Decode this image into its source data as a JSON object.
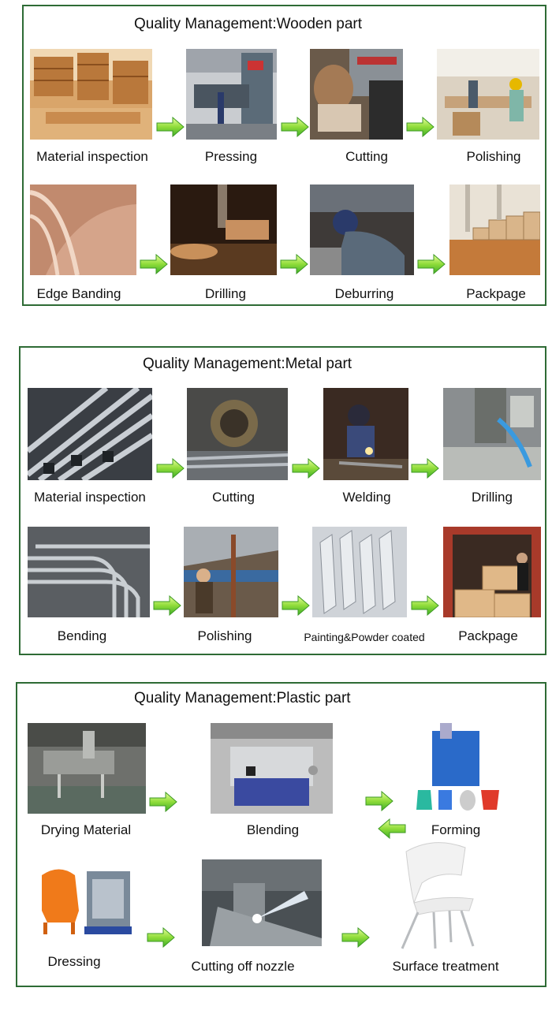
{
  "wooden": {
    "title": "Quality Management:Wooden part",
    "steps": [
      "Material inspection",
      "Pressing",
      "Cutting",
      "Polishing",
      "Edge Banding",
      "Drilling",
      "Deburring",
      "Packpage"
    ]
  },
  "metal": {
    "title": "Quality Management:Metal part",
    "steps": [
      "Material inspection",
      "Cutting",
      "Welding",
      "Drilling",
      "Bending",
      "Polishing",
      "Painting&Powder coated",
      "Packpage"
    ]
  },
  "plastic": {
    "title": "Quality Management:Plastic part",
    "steps": [
      "Drying Material",
      "Blending",
      "Forming",
      "Dressing",
      "Cutting off nozzle",
      "Surface treatment"
    ]
  },
  "icons": {
    "arrow": "green-arrow-icon"
  },
  "colors": {
    "border": "#2e6b35",
    "arrow_light": "#c8f56a",
    "arrow_dark": "#3fae2a"
  }
}
